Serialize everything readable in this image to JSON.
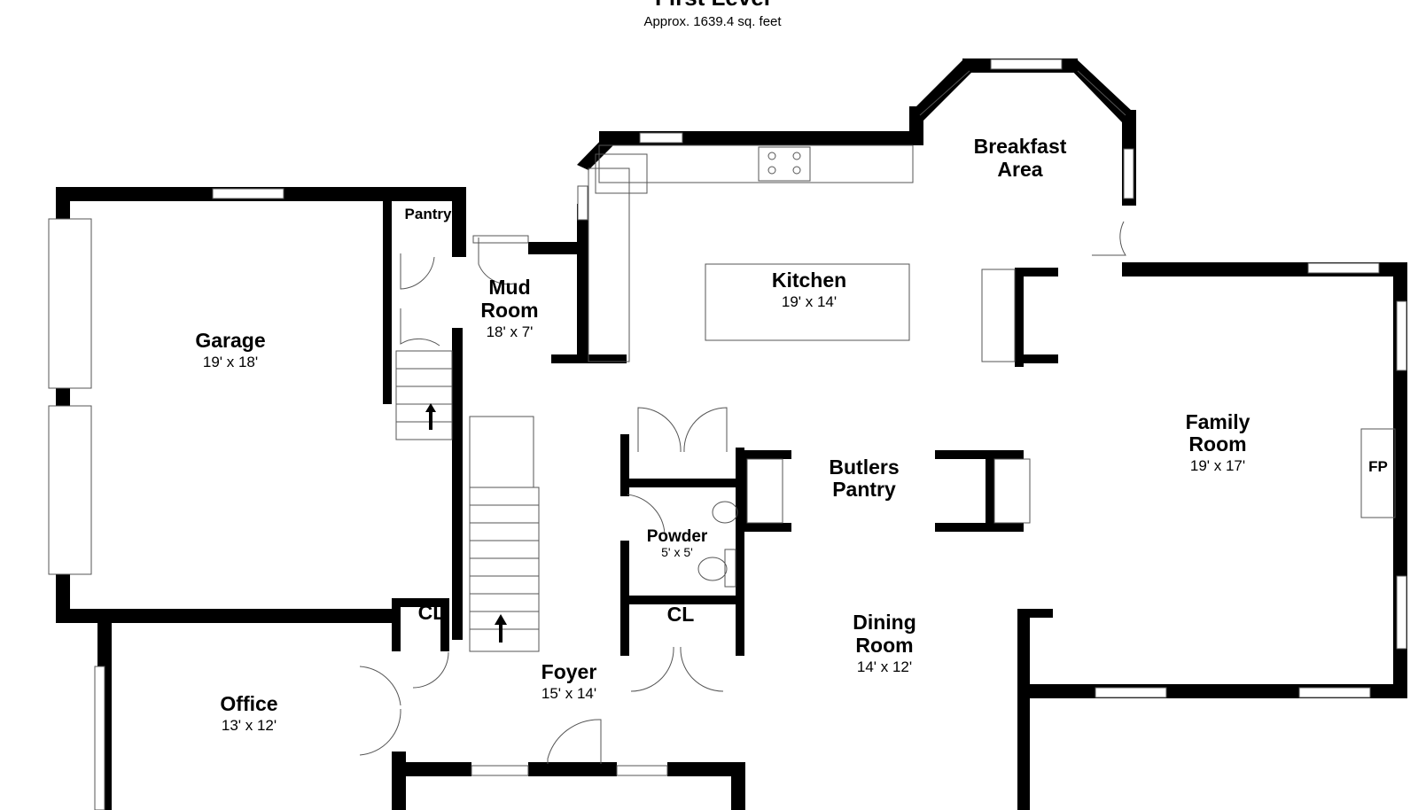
{
  "plan": {
    "title": "First Level",
    "subtitle": "Approx. 1639.4 sq. feet"
  },
  "rooms": {
    "garage": {
      "name": "Garage",
      "dims": "19' x 18'"
    },
    "pantry": {
      "name": "Pantry"
    },
    "mud_room": {
      "name_line1": "Mud",
      "name_line2": "Room",
      "dims": "18' x 7'"
    },
    "kitchen": {
      "name": "Kitchen",
      "dims": "19' x 14'"
    },
    "breakfast": {
      "name_line1": "Breakfast",
      "name_line2": "Area"
    },
    "family_room": {
      "name_line1": "Family",
      "name_line2": "Room",
      "dims": "19' x 17'"
    },
    "fireplace": {
      "name": "FP"
    },
    "butlers_pantry": {
      "name_line1": "Butlers",
      "name_line2": "Pantry"
    },
    "powder": {
      "name": "Powder",
      "dims": "5' x 5'"
    },
    "closet_left": {
      "name": "CL"
    },
    "closet_right": {
      "name": "CL"
    },
    "dining_room": {
      "name_line1": "Dining",
      "name_line2": "Room",
      "dims": "14' x 12'"
    },
    "foyer": {
      "name": "Foyer",
      "dims": "15' x 14'"
    },
    "office": {
      "name": "Office",
      "dims": "13' x 12'"
    }
  },
  "colors": {
    "wall": "#000000",
    "fixture": "#555555",
    "background": "#ffffff"
  }
}
